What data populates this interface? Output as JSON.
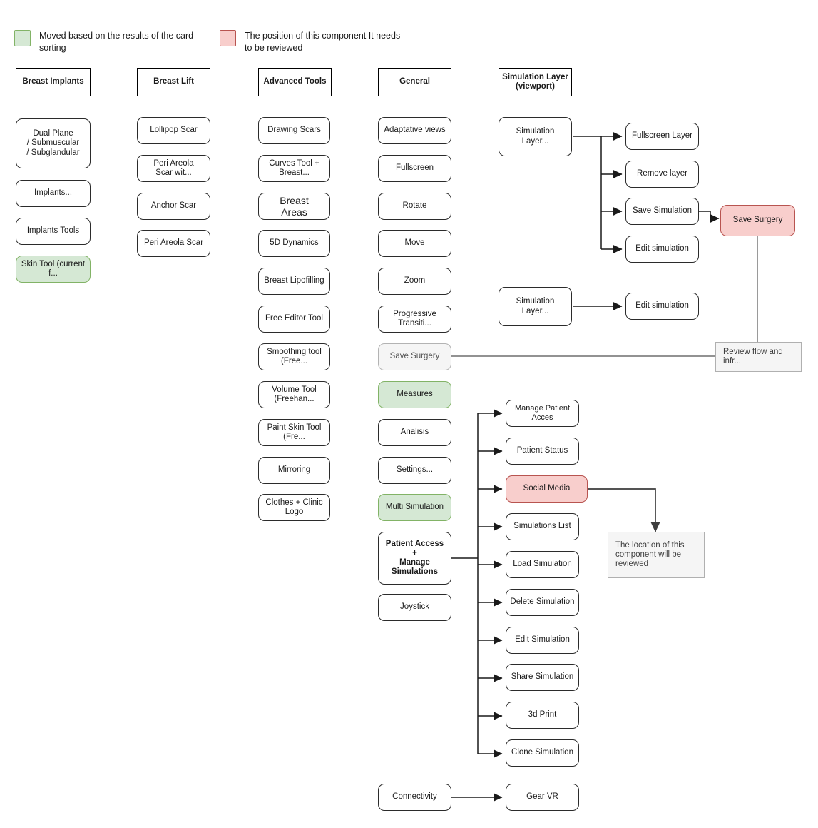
{
  "legend": [
    {
      "key": "moved",
      "color": "#d5e8d4",
      "border": "#82b366",
      "text": "Moved based on the results of the card sorting"
    },
    {
      "key": "review",
      "color": "#f8cecc",
      "border": "#b85450",
      "text": "The position of this component It needs to be reviewed"
    }
  ],
  "columns": [
    {
      "header": "Breast Implants",
      "items": [
        "Dual Plane\n/ Submuscular\n/ Subglandular",
        "Implants...",
        "Implants Tools",
        "Skin Tool (current f..."
      ]
    },
    {
      "header": "Breast Lift",
      "items": [
        "Lollipop Scar",
        "Peri Areola\nScar wit...",
        "Anchor Scar",
        "Peri Areola Scar"
      ]
    },
    {
      "header": "Advanced Tools",
      "items": [
        "Drawing Scars",
        "Curves Tool +\nBreast...",
        "Breast\nAreas",
        "5D Dynamics",
        "Breast Lipofilling",
        "Free Editor Tool",
        "Smoothing tool\n(Free...",
        "Volume Tool\n(Freehan...",
        "Paint Skin Tool (Fre...",
        "Mirroring",
        "Clothes + Clinic Logo"
      ]
    },
    {
      "header": "General",
      "items": [
        "Adaptative views",
        "Fullscreen",
        "Rotate",
        "Move",
        "Zoom",
        "Progressive Transiti...",
        "Save Surgery",
        "Measures",
        "Analisis",
        "Settings...",
        "Multi Simulation",
        "Patient Access\n+\nManage\nSimulations",
        "Joystick"
      ]
    },
    {
      "header": "Simulation Layer\n(viewport)",
      "items": [
        "Simulation Layer...",
        "Simulation Layer..."
      ]
    }
  ],
  "nodes": {
    "header_breast_implants": "Breast Implants",
    "header_breast_lift": "Breast Lift",
    "header_advanced_tools": "Advanced Tools",
    "header_general": "General",
    "header_simulation_layer": "Simulation Layer\n(viewport)",
    "dual_plane": "Dual Plane\n/ Submuscular\n/ Subglandular",
    "implants": "Implants...",
    "implants_tools": "Implants Tools",
    "skin_tool": "Skin Tool (current f...",
    "lollipop_scar": "Lollipop Scar",
    "peri_areola_scar_wit": "Peri Areola\nScar wit...",
    "anchor_scar": "Anchor Scar",
    "peri_areola_scar": "Peri Areola Scar",
    "drawing_scars": "Drawing Scars",
    "curves_tool": "Curves Tool +\nBreast...",
    "breast_areas": "Breast\nAreas",
    "five_d_dynamics": "5D Dynamics",
    "breast_lipofilling": "Breast Lipofilling",
    "free_editor_tool": "Free Editor Tool",
    "smoothing_tool": "Smoothing tool\n(Free...",
    "volume_tool": "Volume Tool\n(Freehan...",
    "paint_skin_tool": "Paint Skin Tool (Fre...",
    "mirroring": "Mirroring",
    "clothes_clinic_logo": "Clothes + Clinic Logo",
    "adaptative_views": "Adaptative views",
    "fullscreen": "Fullscreen",
    "rotate": "Rotate",
    "move": "Move",
    "zoom": "Zoom",
    "progressive_transitions": "Progressive Transiti...",
    "save_surgery_general": "Save Surgery",
    "measures": "Measures",
    "analisis": "Analisis",
    "settings": "Settings...",
    "multi_simulation": "Multi Simulation",
    "patient_access": "Patient Access\n+\nManage\nSimulations",
    "joystick": "Joystick",
    "connectivity": "Connectivity",
    "simulation_layer_1": "Simulation Layer...",
    "simulation_layer_2": "Simulation Layer...",
    "fullscreen_layer": "Fullscreen Layer",
    "remove_layer": "Remove layer",
    "save_simulation": "Save Simulation",
    "edit_simulation_1": "Edit simulation",
    "edit_simulation_2": "Edit simulation",
    "save_surgery_red": "Save Surgery",
    "review_flow_note": "Review flow and infr...",
    "manage_patient_access": "Manage Patient Acces",
    "patient_status": "Patient Status",
    "social_media": "Social Media",
    "simulations_list": "Simulations List",
    "load_simulation": "Load Simulation",
    "delete_simulation": "Delete Simulation",
    "edit_simulation_list": "Edit Simulation",
    "share_simulation": "Share Simulation",
    "three_d_print": "3d Print",
    "clone_simulation": "Clone Simulation",
    "gear_vr": "Gear VR",
    "location_note": "The location of this\ncomponent will be reviewed"
  }
}
